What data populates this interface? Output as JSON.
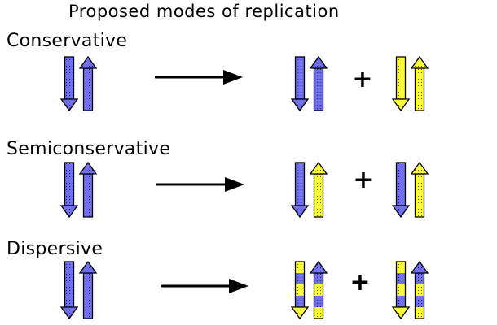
{
  "title": "Proposed modes of replication",
  "colors": {
    "parent_strand": "#6f6ff0",
    "new_strand": "#ffff33",
    "outline": "#000000"
  },
  "rows": [
    {
      "label": "Conservative",
      "parent": [
        "parent",
        "parent"
      ],
      "products": [
        {
          "left": [
            "parent"
          ],
          "right": [
            "parent"
          ]
        },
        {
          "left": [
            "new"
          ],
          "right": [
            "new"
          ]
        }
      ]
    },
    {
      "label": "Semiconservative",
      "parent": [
        "parent",
        "parent"
      ],
      "products": [
        {
          "left": [
            "parent"
          ],
          "right": [
            "new"
          ]
        },
        {
          "left": [
            "parent"
          ],
          "right": [
            "new"
          ]
        }
      ]
    },
    {
      "label": "Dispersive",
      "parent": [
        "parent",
        "parent"
      ],
      "products": [
        {
          "left": [
            "parent",
            "new",
            "parent",
            "new"
          ],
          "right": [
            "parent",
            "new",
            "parent",
            "new"
          ]
        },
        {
          "left": [
            "parent",
            "new",
            "parent",
            "new"
          ],
          "right": [
            "parent",
            "new",
            "parent",
            "new"
          ]
        }
      ]
    }
  ],
  "plus": "+"
}
